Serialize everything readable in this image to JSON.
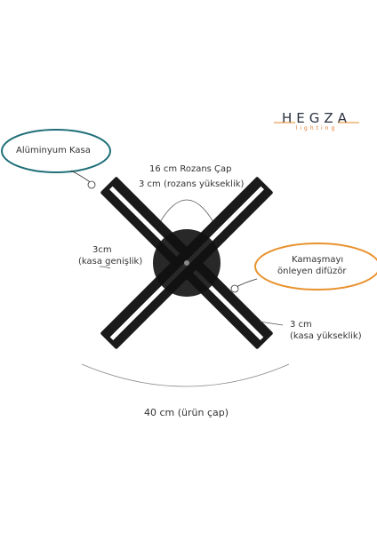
{
  "brand": {
    "name": "HEGZA",
    "subtitle": "lighting",
    "accent_color": "#e58a2a",
    "dark_color": "#2b3140"
  },
  "labels": {
    "aluminum_case": "Alüminyum Kasa",
    "rosette_diameter": "16 cm Rozans Çap",
    "rosette_height": "3 cm (rozans yükseklik)",
    "case_width_value": "3cm",
    "case_width_label": "(kasa genişlik)",
    "diffuser_line1": "Kamaşmayı",
    "diffuser_line2": "önleyen difüzör",
    "case_height_value": "3 cm",
    "case_height_label": "(kasa yükseklik)",
    "product_diameter": "40 cm (ürün çap)"
  },
  "colors": {
    "frame": "#1a1a1a",
    "led": "#ffffff",
    "teal_bubble": "#1f6f78",
    "orange_bubble": "#e8922e",
    "guide_line": "#555555"
  }
}
